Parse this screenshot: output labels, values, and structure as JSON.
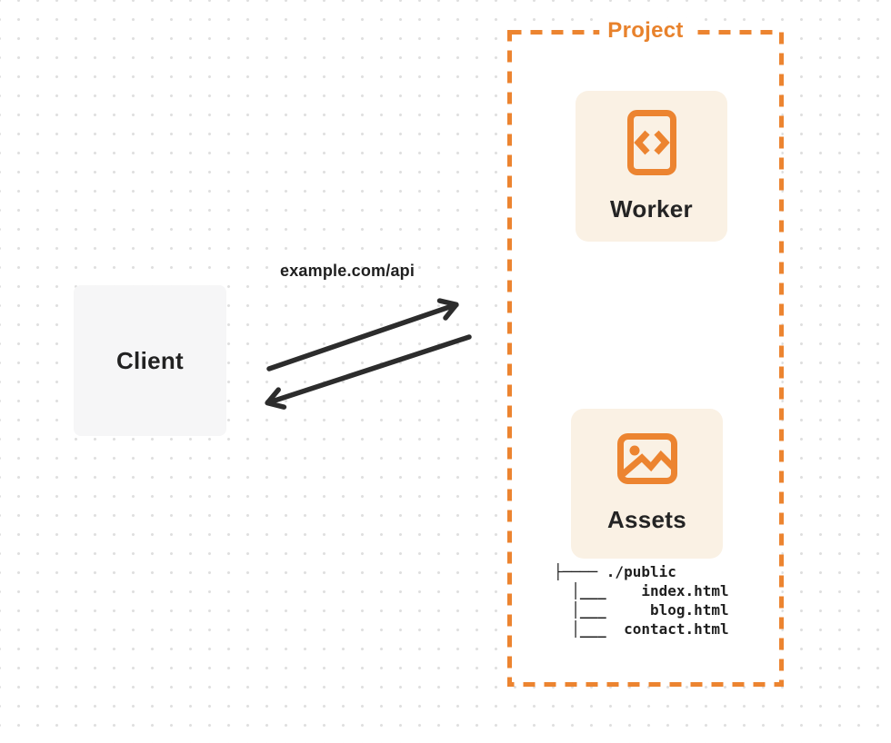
{
  "diagram": {
    "client": {
      "label": "Client"
    },
    "request_label": "example.com/api",
    "project": {
      "label": "Project",
      "worker": {
        "label": "Worker",
        "icon": "code-document-icon"
      },
      "assets": {
        "label": "Assets",
        "icon": "image-icon"
      },
      "file_tree": [
        "├──── ./public",
        "  │___    index.html",
        "  │___     blog.html",
        "  │___  contact.html"
      ]
    },
    "colors": {
      "accent_orange": "#ec8430",
      "card_cream": "#faf1e4",
      "client_gray": "#f6f6f7",
      "arrow_ink": "#2c2c2c",
      "text_ink": "#222222",
      "dot_grid": "#dfdfdf"
    }
  }
}
